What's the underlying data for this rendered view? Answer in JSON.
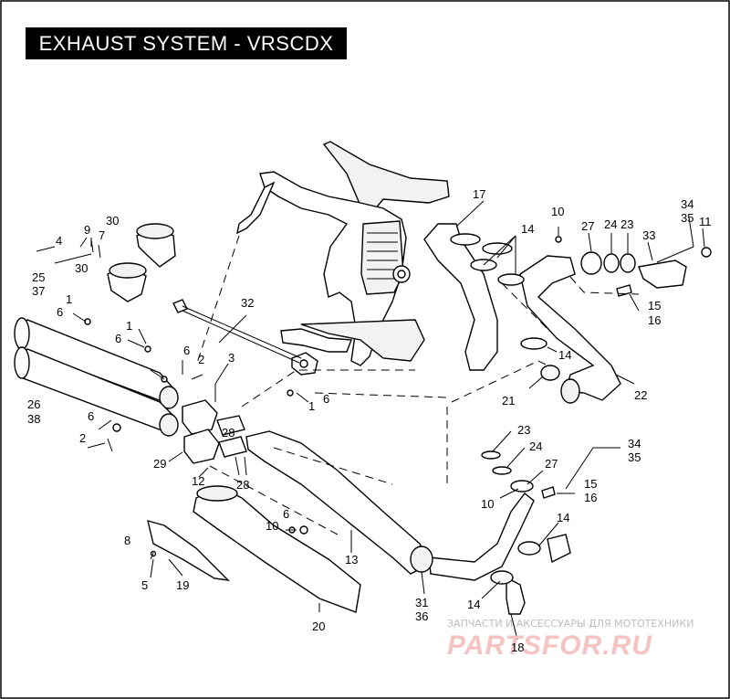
{
  "title": "EXHAUST SYSTEM - VRSCDX",
  "watermark": {
    "line1": "ЗАПЧАСТИ И АКСЕССУАРЫ ДЛЯ МОТОТЕХНИКИ",
    "line2": "PARTSFOR.RU",
    "color": "#f6c3c3"
  },
  "callouts": {
    "c1a": "1",
    "c1b": "1",
    "c1c": "1",
    "c2a": "2",
    "c2b": "2",
    "c3": "3",
    "c4": "4",
    "c5": "5",
    "c6a": "6",
    "c6b": "6",
    "c6c": "6",
    "c6d": "6",
    "c6e": "6",
    "c6f": "6",
    "c7": "7",
    "c8": "8",
    "c9": "9",
    "c10a": "10",
    "c10b": "10",
    "c10c": "10",
    "c11": "11",
    "c12": "12",
    "c13": "13",
    "c14a": "14",
    "c14b": "14",
    "c14c": "14",
    "c14d": "14",
    "c15a": "15",
    "c15b": "15",
    "c16a": "16",
    "c16b": "16",
    "c17": "17",
    "c18": "18",
    "c19": "19",
    "c20": "20",
    "c21": "21",
    "c22": "22",
    "c23a": "23",
    "c23b": "23",
    "c24a": "24",
    "c24b": "24",
    "c25": "25",
    "c26": "26",
    "c27a": "27",
    "c27b": "27",
    "c28a": "28",
    "c28b": "28",
    "c29": "29",
    "c30a": "30",
    "c30b": "30",
    "c31": "31",
    "c32": "32",
    "c33": "33",
    "c34a": "34",
    "c34b": "34",
    "c35a": "35",
    "c35b": "35",
    "c36": "36",
    "c37": "37",
    "c38": "38"
  }
}
